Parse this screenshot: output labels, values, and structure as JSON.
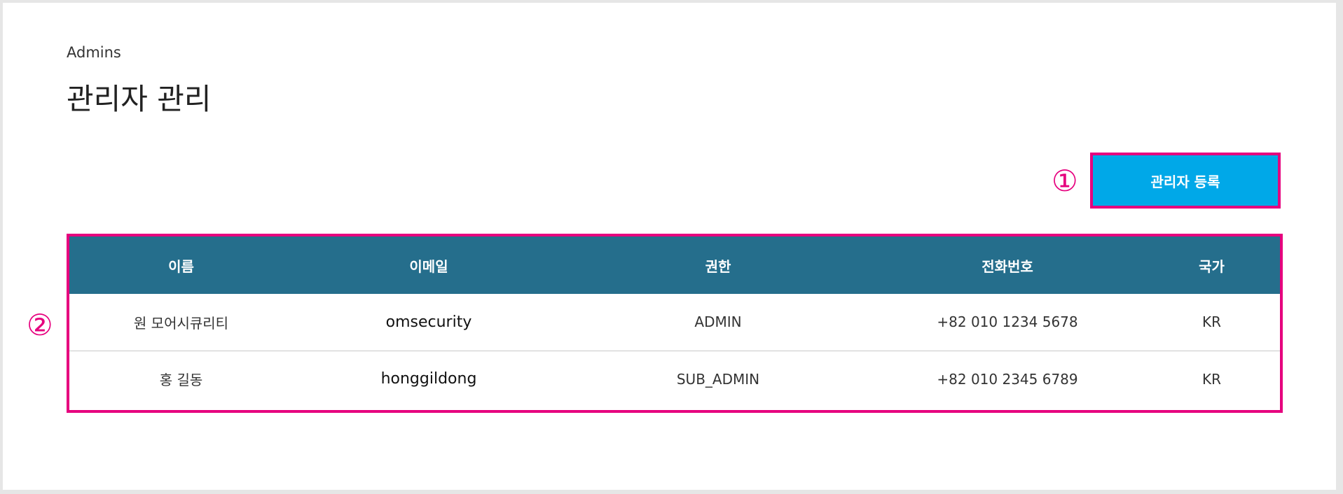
{
  "breadcrumb": "Admins",
  "page_title": "관리자 관리",
  "markers": [
    "①",
    "②"
  ],
  "register_button_label": "관리자 등록",
  "table": {
    "headers": [
      "이름",
      "이메일",
      "권한",
      "전화번호",
      "국가"
    ],
    "rows": [
      {
        "name": "원 모어시큐리티",
        "email": "omsecurity",
        "role": "ADMIN",
        "phone": "+82 010 1234 5678",
        "country": "KR"
      },
      {
        "name": "홍 길동",
        "email": "honggildong",
        "role": "SUB_ADMIN",
        "phone": "+82 010 2345 6789",
        "country": "KR"
      }
    ]
  },
  "colors": {
    "header_bg": "#256e8c",
    "button_bg": "#00a8e8",
    "highlight": "#e6007e"
  }
}
